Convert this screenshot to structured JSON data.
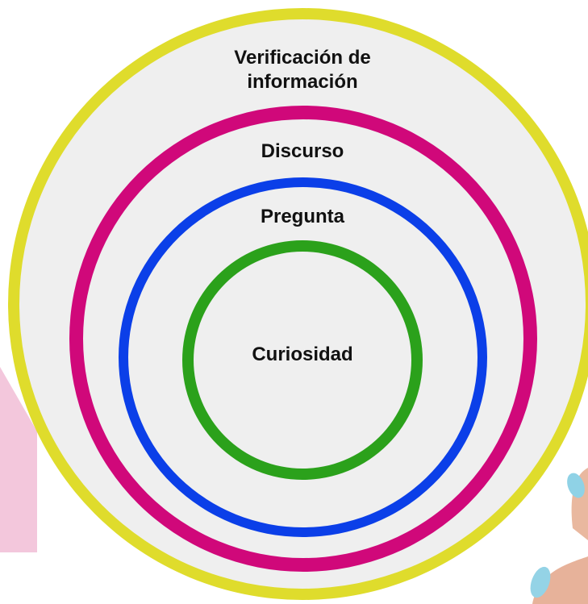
{
  "diagram": {
    "layers": [
      {
        "id": "outer",
        "label_line1": "Verificación de",
        "label_line2": "información",
        "color": "#dfdc2c"
      },
      {
        "id": "discurso",
        "label": "Discurso",
        "color": "#d0087a"
      },
      {
        "id": "pregunta",
        "label": "Pregunta",
        "color": "#0b3fe8"
      },
      {
        "id": "curiosidad",
        "label": "Curiosidad",
        "color": "#2ba11b"
      }
    ],
    "fill_color": "#efefef",
    "text_color": "#111111"
  }
}
